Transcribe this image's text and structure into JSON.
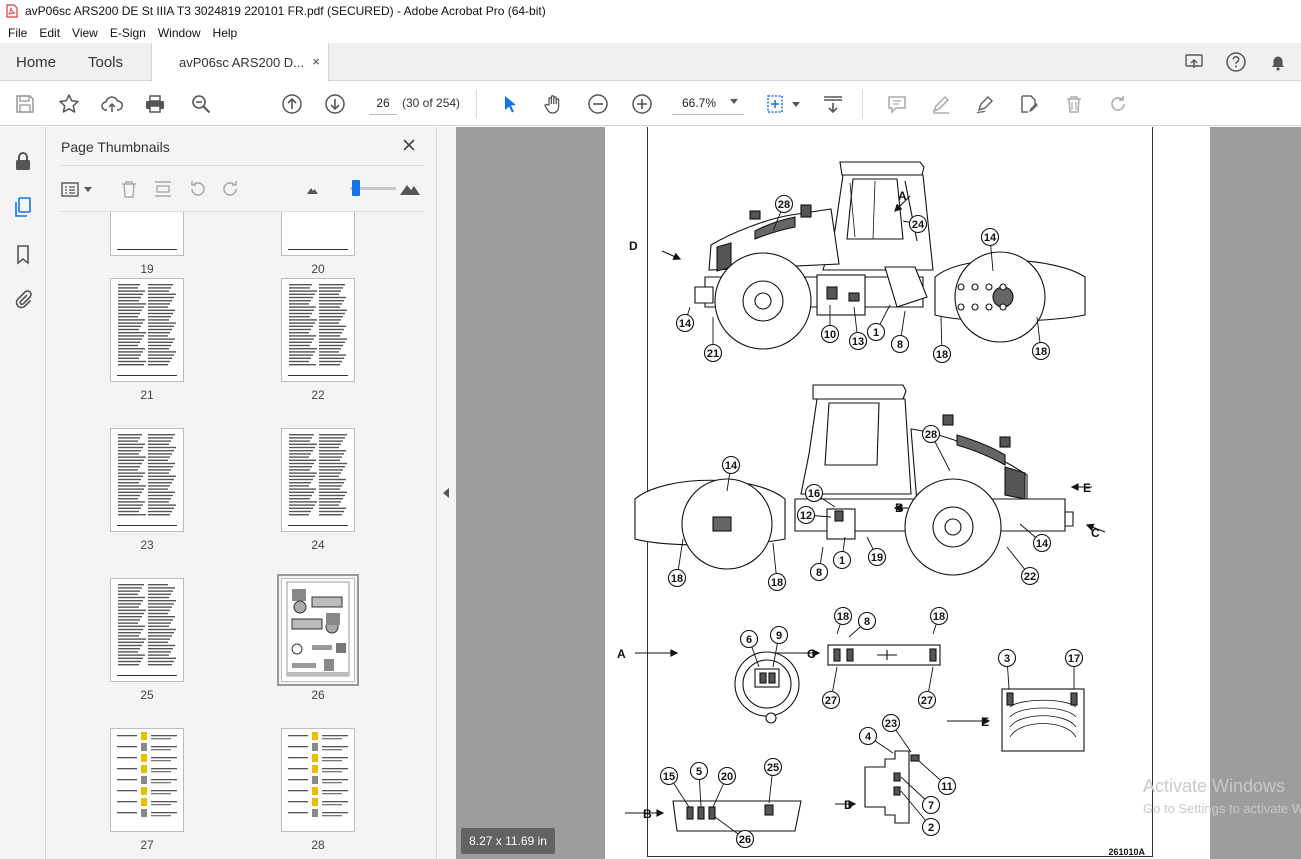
{
  "window": {
    "title": "avP06sc ARS200 DE St IIIA T3 3024819 220101 FR.pdf (SECURED) - Adobe Acrobat Pro (64-bit)"
  },
  "menu": [
    "File",
    "Edit",
    "View",
    "E-Sign",
    "Window",
    "Help"
  ],
  "tabs": {
    "home": "Home",
    "tools": "Tools",
    "document": "avP06sc ARS200 D...",
    "close": "×"
  },
  "toolbar": {
    "page_number": "26",
    "page_count": "(30 of 254)",
    "zoom": "66.7%"
  },
  "thumbnails_panel": {
    "title": "Page Thumbnails",
    "pages": [
      {
        "label": "19",
        "kind": "partial"
      },
      {
        "label": "20",
        "kind": "partial"
      },
      {
        "label": "21",
        "kind": "text"
      },
      {
        "label": "22",
        "kind": "text"
      },
      {
        "label": "23",
        "kind": "text"
      },
      {
        "label": "24",
        "kind": "text"
      },
      {
        "label": "25",
        "kind": "text"
      },
      {
        "label": "26",
        "kind": "drawing",
        "selected": true
      },
      {
        "label": "27",
        "kind": "labels"
      },
      {
        "label": "28",
        "kind": "labels"
      }
    ]
  },
  "document": {
    "page_size": "8.27 x 11.69 in",
    "figure_code": "261010A",
    "callouts": [
      "28",
      "24",
      "14",
      "10",
      "13",
      "1",
      "8",
      "18",
      "21",
      "6",
      "9",
      "27",
      "3",
      "17",
      "4",
      "23",
      "11",
      "7",
      "2",
      "15",
      "5",
      "20",
      "25",
      "26",
      "16",
      "12",
      "19",
      "22"
    ],
    "view_letters": [
      "A",
      "B",
      "C",
      "D",
      "E"
    ]
  },
  "watermark": {
    "line1": "Activate Windows",
    "line2": "Go to Settings to activate Windows."
  },
  "colors": {
    "accent": "#1473e6",
    "app_red": "#d7373f",
    "canvas": "#9d9d9d"
  }
}
